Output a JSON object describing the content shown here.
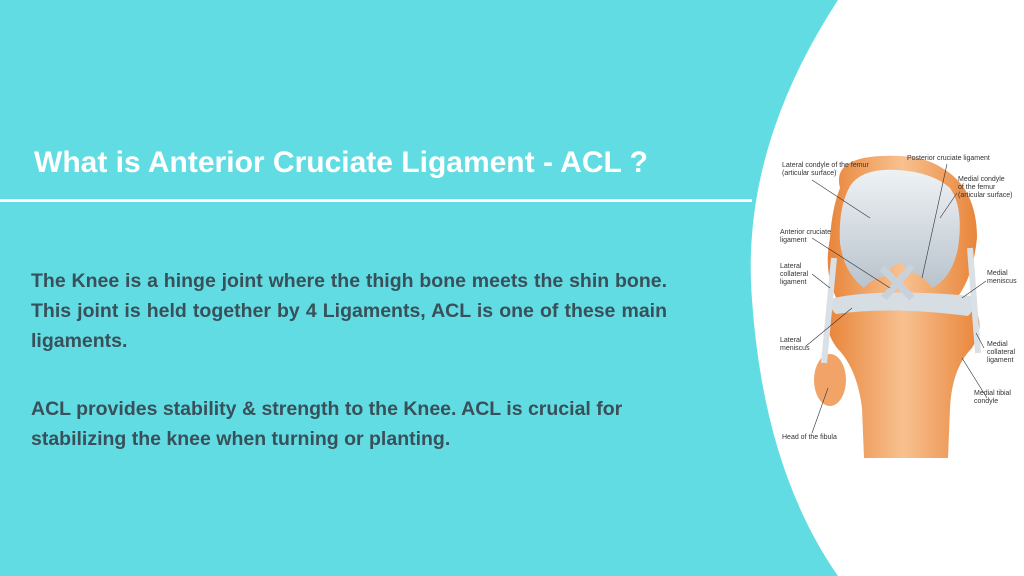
{
  "slide": {
    "title": "What is Anterior Cruciate Ligament - ACL ?",
    "paragraph1": "The Knee is a hinge joint where the thigh bone meets the shin bone. This joint is held together by 4 Ligaments, ACL is one of these main ligaments.",
    "paragraph2": "ACL provides stability & strength to the Knee. ACL is crucial for stabilizing the knee when turning or planting."
  },
  "figure": {
    "labels": {
      "lateral_condyle_1": "Lateral condyle of the femur",
      "lateral_condyle_2": "(articular surface)",
      "posterior_cruciate": "Posterior cruciate ligament",
      "medial_condyle_1": "Medial condyle",
      "medial_condyle_2": "of the femur",
      "medial_condyle_3": "(articular surface)",
      "anterior_cruciate_1": "Anterior cruciate",
      "anterior_cruciate_2": "ligament",
      "lateral_collateral_1": "Lateral",
      "lateral_collateral_2": "collateral",
      "lateral_collateral_3": "ligament",
      "medial_meniscus_1": "Medial",
      "medial_meniscus_2": "meniscus",
      "lateral_meniscus_1": "Lateral",
      "lateral_meniscus_2": "meniscus",
      "medial_collateral_1": "Medial",
      "medial_collateral_2": "collateral",
      "medial_collateral_3": "ligament",
      "medial_tibial_1": "Medial tibial",
      "medial_tibial_2": "condyle",
      "head_fibula": "Head of the fibula"
    }
  },
  "colors": {
    "background": "#62dce3",
    "panel": "#ffffff",
    "body_text": "#39505a",
    "bone": "#f0a060"
  }
}
